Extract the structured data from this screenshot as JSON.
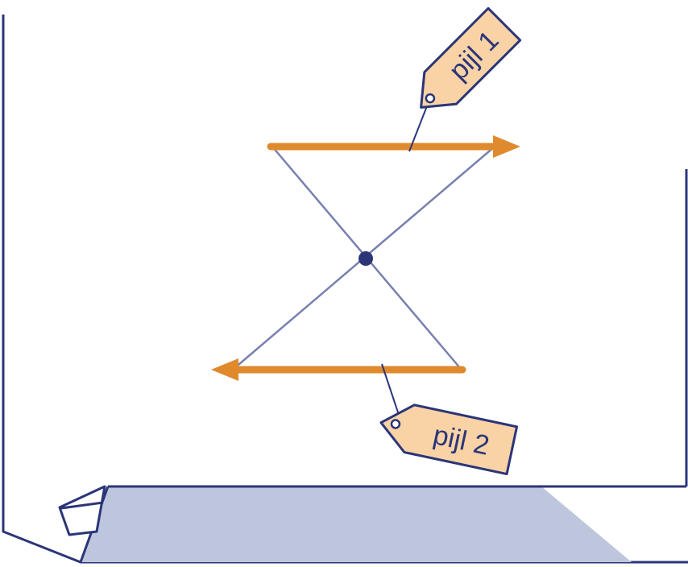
{
  "labels": {
    "arrow1": "pijl 1",
    "arrow2": "pijl 2"
  },
  "colors": {
    "outline": "#2b3578",
    "arrow": "#e08a2e",
    "tag_fill": "#f9d3a6",
    "ray": "#7880b0",
    "screen_shadow": "#bdc6dc",
    "center_point": "#2b3578"
  },
  "elements": {
    "arrow1": {
      "direction": "right"
    },
    "arrow2": {
      "direction": "left"
    },
    "center_point": {
      "shape": "dot"
    }
  }
}
